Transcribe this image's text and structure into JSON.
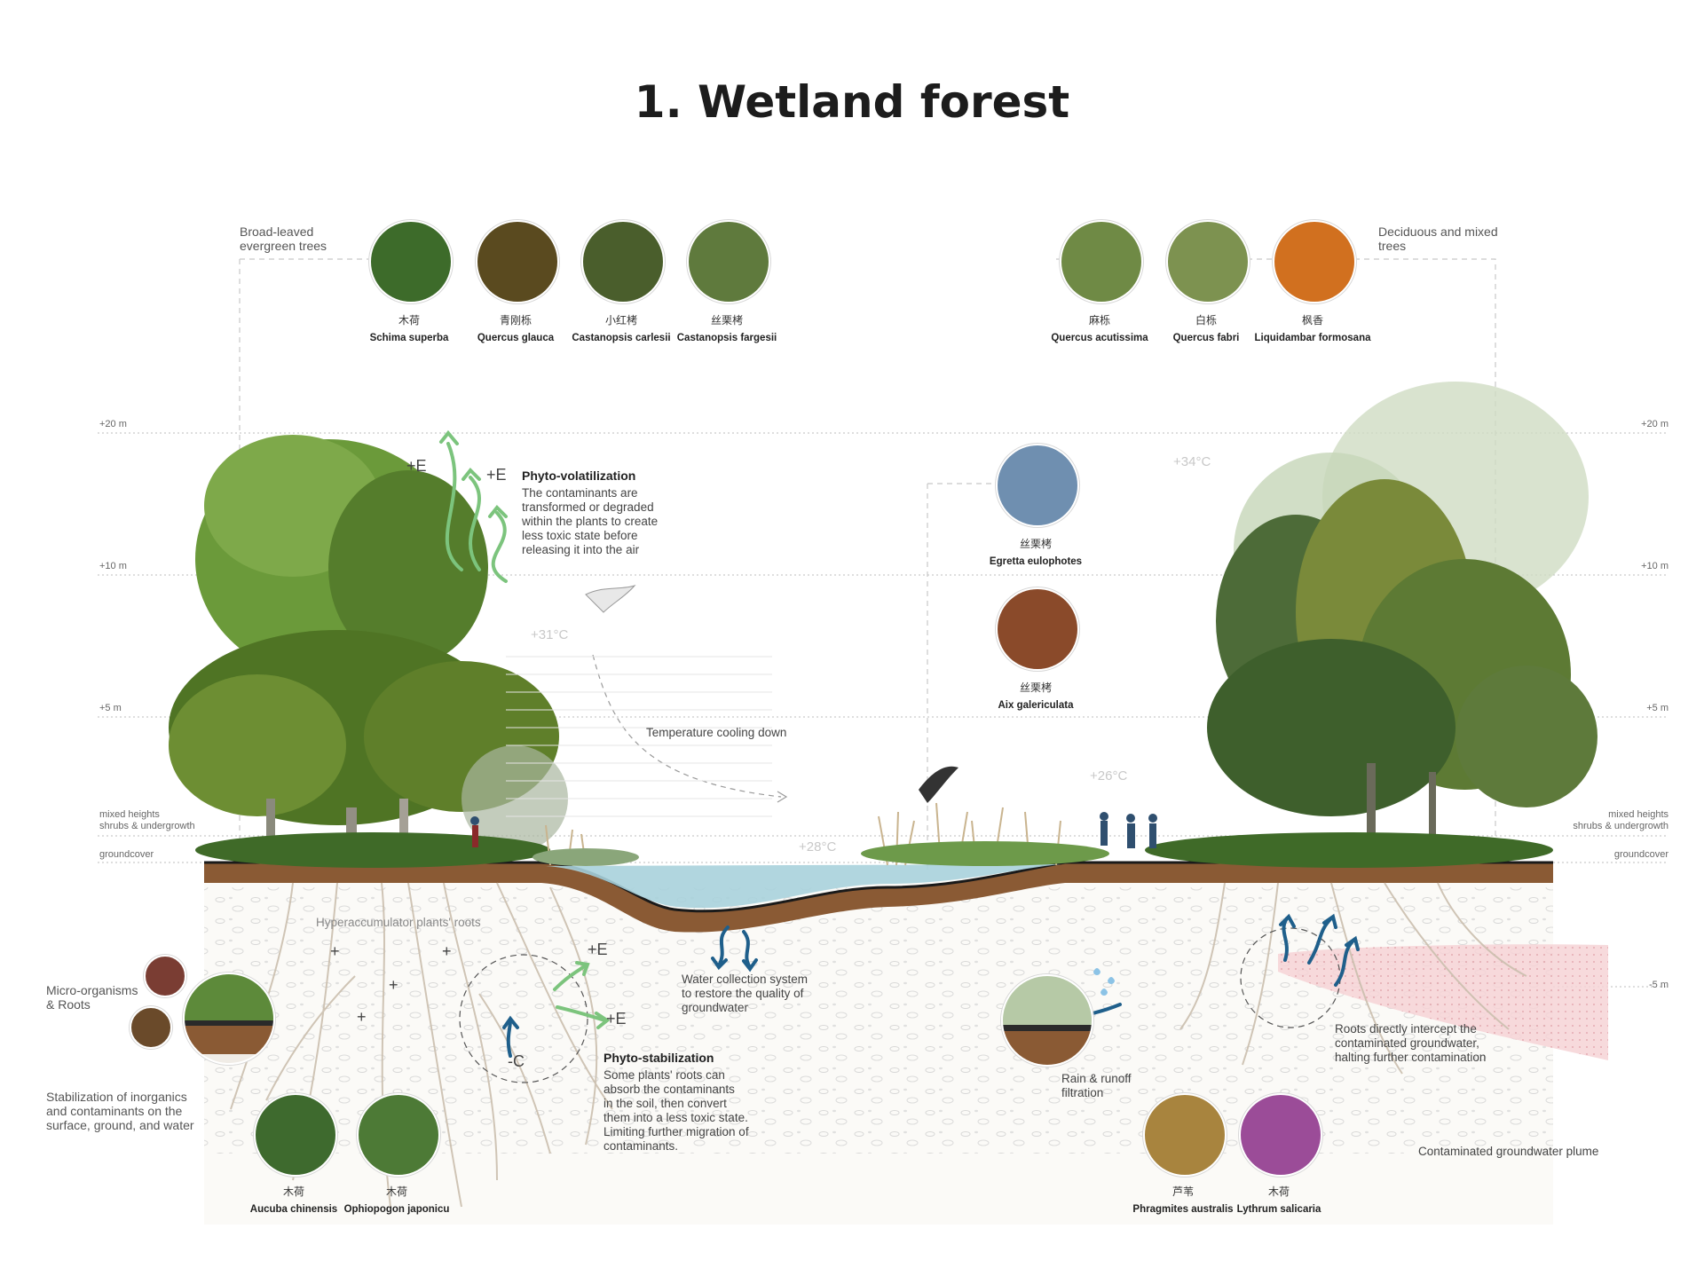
{
  "title": "1. Wetland forest",
  "groups": {
    "evergreen": "Broad-leaved\nevergreen trees",
    "deciduous": "Deciduous and mixed\ntrees",
    "micro": "Micro-organisms\n& Roots",
    "stabilization": "Stabilization of inorganics\nand contaminants on the\nsurface, ground, and water"
  },
  "species_top_left": [
    {
      "cn": "木荷",
      "latin": "Schima superba",
      "color": "#3d6b2a"
    },
    {
      "cn": "青刚栎",
      "latin": "Quercus glauca",
      "color": "#5a4a1f"
    },
    {
      "cn": "小红栲",
      "latin": "Castanopsis carlesii",
      "color": "#4a5e2c"
    },
    {
      "cn": "丝栗栲",
      "latin": "Castanopsis fargesii",
      "color": "#5f7a3d"
    }
  ],
  "species_top_right": [
    {
      "cn": "麻栎",
      "latin": "Quercus acutissima",
      "color": "#6f8a45"
    },
    {
      "cn": "白栎",
      "latin": "Quercus fabri",
      "color": "#7d9250"
    },
    {
      "cn": "枫香",
      "latin": "Liquidambar formosana",
      "color": "#d1701f"
    }
  ],
  "birds": [
    {
      "cn": "丝栗栲",
      "latin": "Egretta eulophotes",
      "color": "#6f8fb0"
    },
    {
      "cn": "丝栗栲",
      "latin": "Aix galericulata",
      "color": "#8a4a2a"
    }
  ],
  "species_bottom_left": [
    {
      "cn": "木荷",
      "latin": "Aucuba chinensis",
      "color": "#3e6a2e"
    },
    {
      "cn": "木荷",
      "latin": "Ophiopogon japonicu",
      "color": "#4d7a36"
    }
  ],
  "species_bottom_right": [
    {
      "cn": "芦苇",
      "latin": "Phragmites australis",
      "color": "#a8843e"
    },
    {
      "cn": "木荷",
      "latin": "Lythrum salicaria",
      "color": "#9b4c98"
    }
  ],
  "heights": {
    "h20": "+20 m",
    "h10": "+10 m",
    "h5": "+5 m",
    "shrubs": "mixed heights\nshrubs & undergrowth",
    "ground": "groundcover",
    "m5": "-5 m"
  },
  "temps": {
    "t34": "+34°C",
    "t31": "+31°C",
    "t26": "+26°C",
    "t28": "+28°C"
  },
  "notes": {
    "volatil_title": "Phyto-volatilization",
    "volatil_body": "The contaminants are\ntransformed or degraded\nwithin the plants to create\nless toxic state before\nreleasing it into the air",
    "cooling": "Temperature cooling down",
    "hyper": "Hyperaccumulator plants' roots",
    "water": "Water collection system\nto restore the quality of\ngroundwater",
    "stab_title": "Phyto-stabilization",
    "stab_body": "Some plants' roots can\nabsorb the contaminants\nin the soil, then convert\nthem into a less toxic state.\nLimiting further migration of\ncontaminants.",
    "rain": "Rain & runoff\nfiltration",
    "roots": "Roots directly intercept the\ncontaminated groundwater,\nhalting further contamination",
    "plume": "Contaminated groundwater plume"
  },
  "signs": {
    "plusE": "+E",
    "minusC": "-C",
    "plus": "+"
  },
  "colors": {
    "green_arrow": "#7cc47d",
    "blue_arrow": "#1f5f8b",
    "soil": "#8a5a34",
    "water": "#a9d2db",
    "plume": "#f3c9cc"
  }
}
